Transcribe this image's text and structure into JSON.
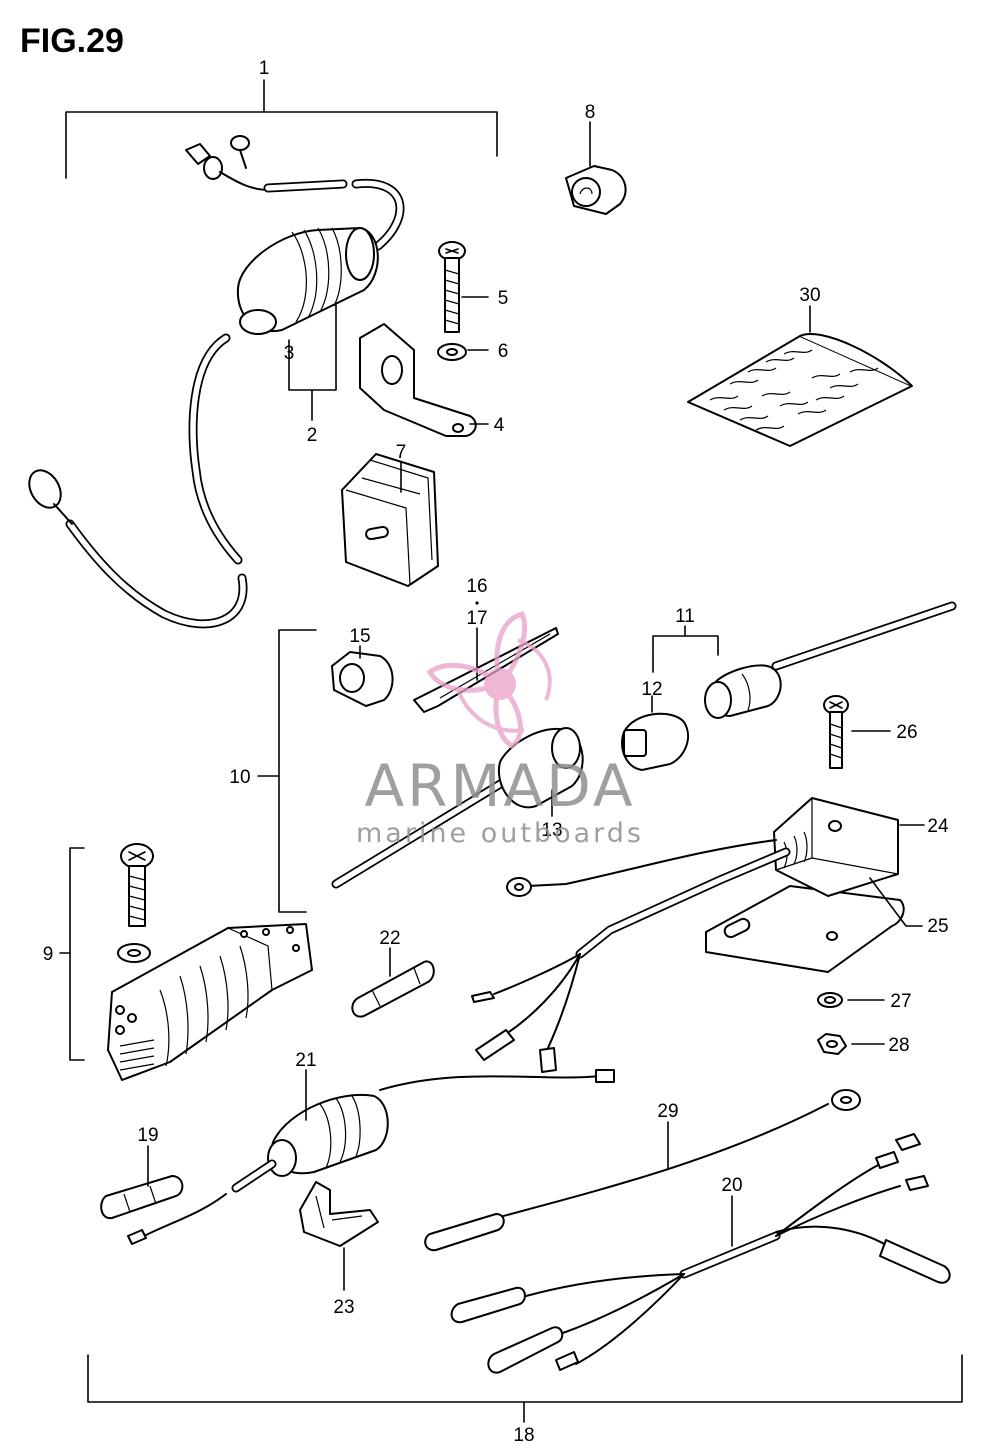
{
  "figure": {
    "title": "FIG.29"
  },
  "callouts": [
    "1",
    "2",
    "3",
    "4",
    "5",
    "6",
    "7",
    "8",
    "9",
    "10",
    "11",
    "12",
    "13",
    "16",
    "17",
    "15",
    "18",
    "19",
    "20",
    "21",
    "22",
    "23",
    "24",
    "25",
    "26",
    "27",
    "28",
    "29",
    "30"
  ],
  "watermark": {
    "brand": "ARMADA",
    "tagline": "marine outboards",
    "logo_color": "#e8a0c8"
  }
}
